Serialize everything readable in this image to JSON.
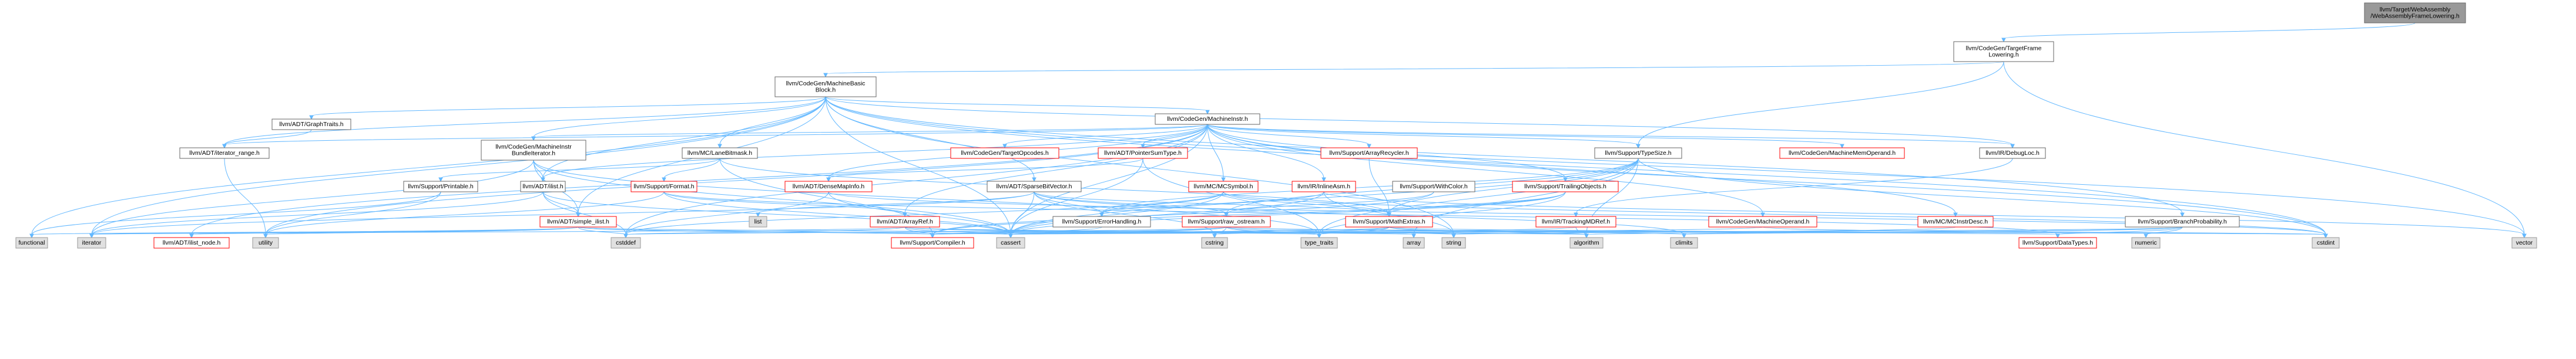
{
  "colors": {
    "root_fill": "#999999",
    "normal_fill": "#ffffff",
    "normal_stroke": "#666666",
    "red_stroke": "#ff0000",
    "external_fill": "#e0e0e0",
    "external_stroke": "#999999",
    "edge": "#63b8ff",
    "text": "#000000"
  },
  "nodes": [
    {
      "id": "root",
      "lines": [
        "llvm/Target/WebAssembly",
        "/WebAssemblyFrameLowering.h"
      ],
      "style": "root"
    },
    {
      "id": "tfl",
      "lines": [
        "llvm/CodeGen/TargetFrame",
        "Lowering.h"
      ],
      "style": "normal"
    },
    {
      "id": "mbb",
      "lines": [
        "llvm/CodeGen/MachineBasic",
        "Block.h"
      ],
      "style": "normal"
    },
    {
      "id": "graphtraits",
      "lines": [
        "llvm/ADT/GraphTraits.h"
      ],
      "style": "normal"
    },
    {
      "id": "iterrange",
      "lines": [
        "llvm/ADT/iterator_range.h"
      ],
      "style": "normal"
    },
    {
      "id": "mibundle",
      "lines": [
        "llvm/CodeGen/MachineInstr",
        "BundleIterator.h"
      ],
      "style": "normal"
    },
    {
      "id": "ilist",
      "lines": [
        "llvm/ADT/ilist.h"
      ],
      "style": "normal"
    },
    {
      "id": "lanebm",
      "lines": [
        "llvm/MC/LaneBitmask.h"
      ],
      "style": "normal"
    },
    {
      "id": "printable",
      "lines": [
        "llvm/Support/Printable.h"
      ],
      "style": "normal"
    },
    {
      "id": "format",
      "lines": [
        "llvm/Support/Format.h"
      ],
      "style": "red"
    },
    {
      "id": "mi",
      "lines": [
        "llvm/CodeGen/MachineInstr.h"
      ],
      "style": "normal"
    },
    {
      "id": "targetopcodes",
      "lines": [
        "llvm/CodeGen/TargetOpcodes.h"
      ],
      "style": "red"
    },
    {
      "id": "ptrsumtype",
      "lines": [
        "llvm/ADT/PointerSumType.h"
      ],
      "style": "red"
    },
    {
      "id": "densemapinfo",
      "lines": [
        "llvm/ADT/DenseMapInfo.h"
      ],
      "style": "red"
    },
    {
      "id": "arrayrecycler",
      "lines": [
        "llvm/Support/ArrayRecycler.h"
      ],
      "style": "red"
    },
    {
      "id": "mcsymbol",
      "lines": [
        "llvm/MC/MCSymbol.h"
      ],
      "style": "red"
    },
    {
      "id": "inlineasm",
      "lines": [
        "llvm/IR/InlineAsm.h"
      ],
      "style": "red"
    },
    {
      "id": "typesize",
      "lines": [
        "llvm/Support/TypeSize.h"
      ],
      "style": "normal"
    },
    {
      "id": "withcolor",
      "lines": [
        "llvm/Support/WithColor.h"
      ],
      "style": "normal"
    },
    {
      "id": "trailingobj",
      "lines": [
        "llvm/Support/TrailingObjects.h"
      ],
      "style": "red"
    },
    {
      "id": "mmo",
      "lines": [
        "llvm/CodeGen/MachineMemOperand.h"
      ],
      "style": "red"
    },
    {
      "id": "debugloc",
      "lines": [
        "llvm/IR/DebugLoc.h"
      ],
      "style": "normal"
    },
    {
      "id": "trackingmdref",
      "lines": [
        "llvm/IR/TrackingMDRef.h"
      ],
      "style": "red"
    },
    {
      "id": "mo",
      "lines": [
        "llvm/CodeGen/MachineOperand.h"
      ],
      "style": "red"
    },
    {
      "id": "mcinstrdesc",
      "lines": [
        "llvm/MC/MCInstrDesc.h"
      ],
      "style": "red"
    },
    {
      "id": "branchprob",
      "lines": [
        "llvm/Support/BranchProbability.h"
      ],
      "style": "normal"
    },
    {
      "id": "sparsebv",
      "lines": [
        "llvm/ADT/SparseBitVector.h"
      ],
      "style": "normal"
    },
    {
      "id": "errhandling",
      "lines": [
        "llvm/Support/ErrorHandling.h"
      ],
      "style": "normal"
    },
    {
      "id": "rawostream",
      "lines": [
        "llvm/Support/raw_ostream.h"
      ],
      "style": "red"
    },
    {
      "id": "mathextras",
      "lines": [
        "llvm/Support/MathExtras.h"
      ],
      "style": "red"
    },
    {
      "id": "arrayref",
      "lines": [
        "llvm/ADT/ArrayRef.h"
      ],
      "style": "red"
    },
    {
      "id": "simpleilist",
      "lines": [
        "llvm/ADT/simple_ilist.h"
      ],
      "style": "red"
    },
    {
      "id": "ilistnode",
      "lines": [
        "llvm/ADT/ilist_node.h"
      ],
      "style": "red"
    },
    {
      "id": "compiler",
      "lines": [
        "llvm/Support/Compiler.h"
      ],
      "style": "red"
    },
    {
      "id": "datatypes",
      "lines": [
        "llvm/Support/DataTypes.h"
      ],
      "style": "red"
    },
    {
      "id": "functional",
      "lines": [
        "functional"
      ],
      "style": "external"
    },
    {
      "id": "iterator",
      "lines": [
        "iterator"
      ],
      "style": "external"
    },
    {
      "id": "utility",
      "lines": [
        "utility"
      ],
      "style": "external"
    },
    {
      "id": "cstddef",
      "lines": [
        "cstddef"
      ],
      "style": "external"
    },
    {
      "id": "cassert",
      "lines": [
        "cassert"
      ],
      "style": "external"
    },
    {
      "id": "list",
      "lines": [
        "list"
      ],
      "style": "external"
    },
    {
      "id": "cstring",
      "lines": [
        "cstring"
      ],
      "style": "external"
    },
    {
      "id": "typetraits",
      "lines": [
        "type_traits"
      ],
      "style": "external"
    },
    {
      "id": "array",
      "lines": [
        "array"
      ],
      "style": "external"
    },
    {
      "id": "string",
      "lines": [
        "string"
      ],
      "style": "external"
    },
    {
      "id": "algorithm",
      "lines": [
        "algorithm"
      ],
      "style": "external"
    },
    {
      "id": "climits",
      "lines": [
        "climits"
      ],
      "style": "external"
    },
    {
      "id": "numeric",
      "lines": [
        "numeric"
      ],
      "style": "external"
    },
    {
      "id": "cstdint",
      "lines": [
        "cstdint"
      ],
      "style": "external"
    },
    {
      "id": "vector",
      "lines": [
        "vector"
      ],
      "style": "external"
    }
  ],
  "edges": [
    [
      "root",
      "tfl"
    ],
    [
      "tfl",
      "mbb"
    ],
    [
      "tfl",
      "typesize"
    ],
    [
      "tfl",
      "vector"
    ],
    [
      "mbb",
      "graphtraits"
    ],
    [
      "mbb",
      "iterrange"
    ],
    [
      "mbb",
      "mibundle"
    ],
    [
      "mbb",
      "ilist"
    ],
    [
      "mbb",
      "lanebm"
    ],
    [
      "mbb",
      "mi"
    ],
    [
      "mbb",
      "sparsebv"
    ],
    [
      "mbb",
      "branchprob"
    ],
    [
      "mbb",
      "debugloc"
    ],
    [
      "mbb",
      "functional"
    ],
    [
      "mbb",
      "iterator"
    ],
    [
      "mbb",
      "cassert"
    ],
    [
      "mbb",
      "cstdint"
    ],
    [
      "mbb",
      "string"
    ],
    [
      "mbb",
      "vector"
    ],
    [
      "mbb",
      "simpleilist"
    ],
    [
      "graphtraits",
      "iterrange"
    ],
    [
      "iterrange",
      "utility"
    ],
    [
      "mibundle",
      "ilist"
    ],
    [
      "mibundle",
      "simpleilist"
    ],
    [
      "mibundle",
      "cassert"
    ],
    [
      "mibundle",
      "iterator"
    ],
    [
      "mibundle",
      "typetraits"
    ],
    [
      "ilist",
      "simpleilist"
    ],
    [
      "ilist",
      "cassert"
    ],
    [
      "ilist",
      "cstddef"
    ],
    [
      "ilist",
      "iterator"
    ],
    [
      "lanebm",
      "printable"
    ],
    [
      "lanebm",
      "format"
    ],
    [
      "lanebm",
      "mathextras"
    ],
    [
      "lanebm",
      "compiler"
    ],
    [
      "printable",
      "functional"
    ],
    [
      "printable",
      "utility"
    ],
    [
      "format",
      "arrayref"
    ],
    [
      "format",
      "cassert"
    ],
    [
      "format",
      "utility"
    ],
    [
      "format",
      "datatypes"
    ],
    [
      "mi",
      "densemapinfo"
    ],
    [
      "mi",
      "targetopcodes"
    ],
    [
      "mi",
      "ptrsumtype"
    ],
    [
      "mi",
      "arrayrecycler"
    ],
    [
      "mi",
      "mcsymbol"
    ],
    [
      "mi",
      "inlineasm"
    ],
    [
      "mi",
      "trailingobj"
    ],
    [
      "mi",
      "mmo"
    ],
    [
      "mi",
      "mo"
    ],
    [
      "mi",
      "mcinstrdesc"
    ],
    [
      "mi",
      "debugloc"
    ],
    [
      "mi",
      "iterrange"
    ],
    [
      "mi",
      "ilist"
    ],
    [
      "mi",
      "mibundle"
    ],
    [
      "mi",
      "ilistnode"
    ],
    [
      "mi",
      "cassert"
    ],
    [
      "mi",
      "cstddef"
    ],
    [
      "mi",
      "cstdint"
    ],
    [
      "mi",
      "utility"
    ],
    [
      "mi",
      "typesize"
    ],
    [
      "mi",
      "arrayref"
    ],
    [
      "ptrsumtype",
      "densemapinfo"
    ],
    [
      "ptrsumtype",
      "cassert"
    ],
    [
      "ptrsumtype",
      "typetraits"
    ],
    [
      "densemapinfo",
      "cassert"
    ],
    [
      "densemapinfo",
      "cstddef"
    ],
    [
      "densemapinfo",
      "cstdint"
    ],
    [
      "densemapinfo",
      "tuple"
    ],
    [
      "arrayrecycler",
      "mathextras"
    ],
    [
      "mcsymbol",
      "errhandling"
    ],
    [
      "mcsymbol",
      "mathextras"
    ],
    [
      "mcsymbol",
      "cassert"
    ],
    [
      "mcsymbol",
      "cstddef"
    ],
    [
      "mcsymbol",
      "cstdint"
    ],
    [
      "inlineasm",
      "errhandling"
    ],
    [
      "inlineasm",
      "cassert"
    ],
    [
      "inlineasm",
      "string"
    ],
    [
      "inlineasm",
      "vector"
    ],
    [
      "typesize",
      "mathextras"
    ],
    [
      "typesize",
      "rawostream"
    ],
    [
      "typesize",
      "errhandling"
    ],
    [
      "typesize",
      "algorithm"
    ],
    [
      "typesize",
      "array"
    ],
    [
      "typesize",
      "cassert"
    ],
    [
      "typesize",
      "cstdint"
    ],
    [
      "typesize",
      "typetraits"
    ],
    [
      "withcolor",
      "rawostream"
    ],
    [
      "withcolor",
      "compiler"
    ],
    [
      "trailingobj",
      "mathextras"
    ],
    [
      "trailingobj",
      "compiler"
    ],
    [
      "trailingobj",
      "typetraits"
    ],
    [
      "trailingobj",
      "cassert"
    ],
    [
      "debugloc",
      "trackingmdref"
    ],
    [
      "trackingmdref",
      "cassert"
    ],
    [
      "trackingmdref",
      "algorithm"
    ],
    [
      "mo",
      "cassert"
    ],
    [
      "mo",
      "cstdint"
    ],
    [
      "mcinstrdesc",
      "string"
    ],
    [
      "branchprob",
      "datatypes"
    ],
    [
      "branchprob",
      "algorithm"
    ],
    [
      "branchprob",
      "cassert"
    ],
    [
      "branchprob",
      "climits"
    ],
    [
      "branchprob",
      "numeric"
    ],
    [
      "sparsebv",
      "errhandling"
    ],
    [
      "sparsebv",
      "mathextras"
    ],
    [
      "sparsebv",
      "rawostream"
    ],
    [
      "sparsebv",
      "cassert"
    ],
    [
      "sparsebv",
      "climits"
    ],
    [
      "sparsebv",
      "cstring"
    ],
    [
      "sparsebv",
      "iterator"
    ],
    [
      "sparsebv",
      "list"
    ],
    [
      "errhandling",
      "compiler"
    ],
    [
      "rawostream",
      "compiler"
    ],
    [
      "rawostream",
      "datatypes"
    ],
    [
      "rawostream",
      "cassert"
    ],
    [
      "rawostream",
      "cstddef"
    ],
    [
      "rawostream",
      "cstdint"
    ],
    [
      "rawostream",
      "cstring"
    ],
    [
      "rawostream",
      "string"
    ],
    [
      "rawostream",
      "typetraits"
    ],
    [
      "mathextras",
      "compiler"
    ],
    [
      "mathextras",
      "algorithm"
    ],
    [
      "mathextras",
      "cassert"
    ],
    [
      "mathextras",
      "climits"
    ],
    [
      "mathextras",
      "cstdint"
    ],
    [
      "mathextras",
      "cstring"
    ],
    [
      "mathextras",
      "typetraits"
    ],
    [
      "arrayref",
      "compiler"
    ],
    [
      "arrayref",
      "algorithm"
    ],
    [
      "arrayref",
      "array"
    ],
    [
      "arrayref",
      "cassert"
    ],
    [
      "arrayref",
      "cstddef"
    ],
    [
      "arrayref",
      "iterator"
    ],
    [
      "arrayref",
      "typetraits"
    ],
    [
      "simpleilist",
      "ilistnode"
    ],
    [
      "simpleilist",
      "compiler"
    ],
    [
      "simpleilist",
      "algorithm"
    ],
    [
      "simpleilist",
      "cassert"
    ],
    [
      "simpleilist",
      "cstddef"
    ],
    [
      "simpleilist",
      "functional"
    ],
    [
      "simpleilist",
      "iterator"
    ],
    [
      "simpleilist",
      "utility"
    ]
  ]
}
